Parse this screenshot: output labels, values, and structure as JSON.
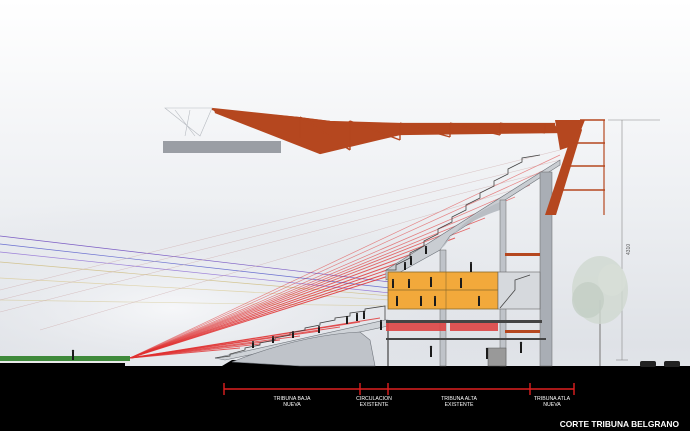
{
  "drawing": {
    "title": "CORTE TRIBUNA BELGRANO",
    "dimension_text": "4310",
    "zones": [
      {
        "line1": "TRIBUNA BAJA",
        "line2": "NUEVA"
      },
      {
        "line1": "CIRCULACION",
        "line2": "EXISTENTE"
      },
      {
        "line1": "TRIBUNA ALTA",
        "line2": "EXISTENTE"
      },
      {
        "line1": "TRIBUNA ATLA",
        "line2": "NUEVA"
      }
    ],
    "colors": {
      "roof_structure": "#b5471f",
      "dimension_bars": "#e02020",
      "sightlines": "#e03030",
      "concourse_fill": "#f2a93b",
      "ground": "#000000"
    }
  }
}
